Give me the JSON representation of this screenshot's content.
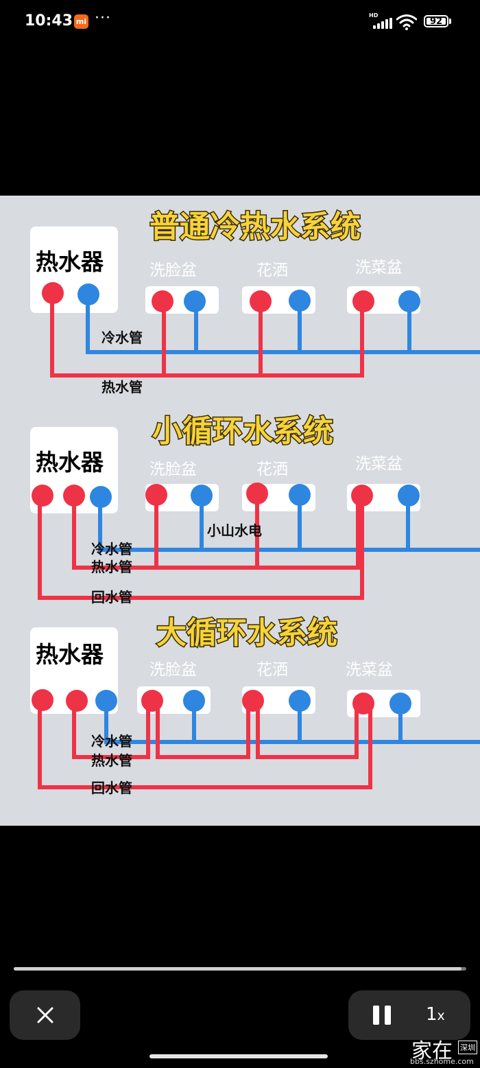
{
  "status_bar": {
    "time": "10:43",
    "notification_badge": "mi",
    "more_dots": "···",
    "network_label": "HD",
    "battery_level": "92"
  },
  "diagram": {
    "sections": [
      {
        "title": "普通冷热水系统",
        "heater_label": "热水器",
        "fixtures": [
          "洗脸盆",
          "花洒",
          "洗菜盆"
        ],
        "pipe_labels": [
          "冷水管",
          "热水管"
        ]
      },
      {
        "title": "小循环水系统",
        "heater_label": "热水器",
        "fixtures": [
          "洗脸盆",
          "花洒",
          "洗菜盆"
        ],
        "pipe_labels": [
          "冷水管",
          "热水管",
          "回水管"
        ],
        "watermark": "小山水电"
      },
      {
        "title": "大循环水系统",
        "heater_label": "热水器",
        "fixtures": [
          "洗脸盆",
          "花洒",
          "洗菜盆"
        ],
        "pipe_labels": [
          "冷水管",
          "热水管",
          "回水管"
        ]
      }
    ],
    "colors": {
      "hot": "#ee3347",
      "cold": "#2e86e0",
      "title": "#f5d33a",
      "background": "#d8dbe0"
    }
  },
  "player": {
    "progress_fraction": 0.99,
    "speed_label": "1",
    "speed_unit": "x",
    "close_icon": "close-icon",
    "pause_icon": "pause-icon"
  },
  "watermark": {
    "main": "家在",
    "badge": "深圳",
    "url": "bbs.szhome.com"
  }
}
